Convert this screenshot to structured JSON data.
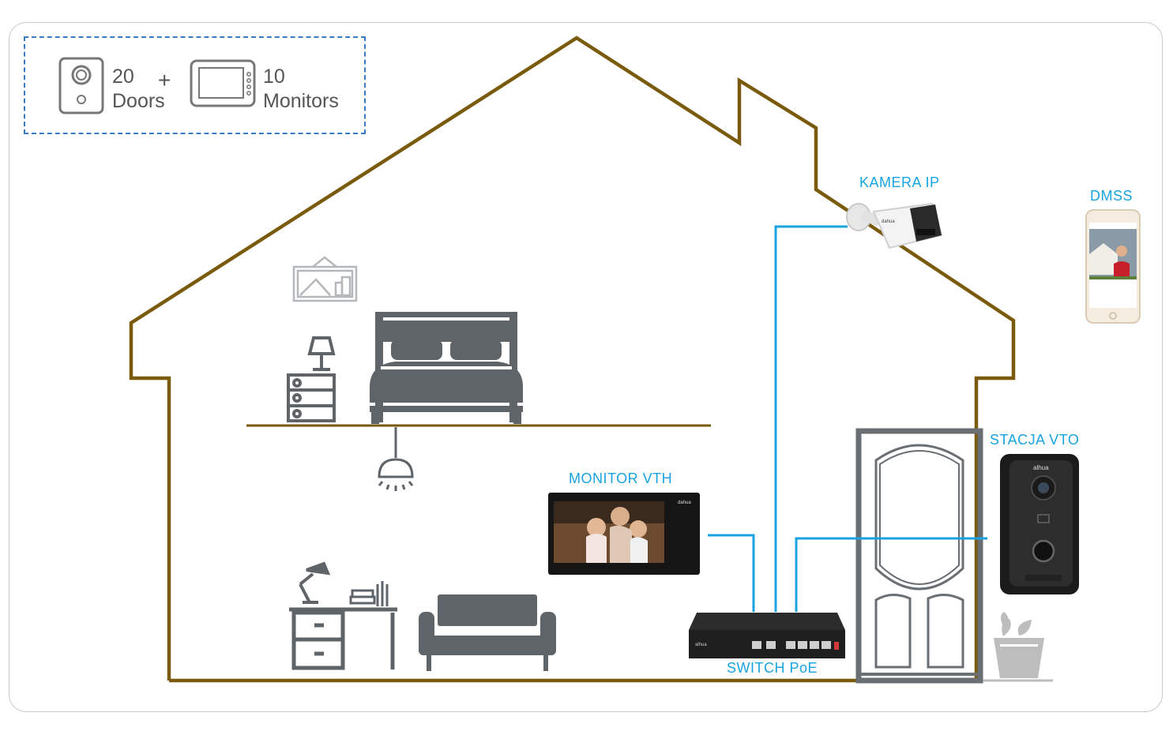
{
  "legend": {
    "doors_count": "20",
    "doors_label": "Doors",
    "plus": "+",
    "monitors_count": "10",
    "monitors_label": "Monitors"
  },
  "labels": {
    "camera": "KAMERA IP",
    "app": "DMSS",
    "monitor": "MONITOR VTH",
    "station": "STACJA VTO",
    "switch": "SWITCH PoE"
  },
  "colors": {
    "house_outline": "#7a5a0c",
    "cable": "#19a3e0",
    "furniture": "#5f6468",
    "label": "#19a3e0",
    "legend_border": "#3a7cc4"
  },
  "icons": [
    "door-station-icon",
    "monitor-icon",
    "picture-frame-icon",
    "bed-icon",
    "nightstand-icon",
    "table-lamp-icon",
    "ceiling-lamp-icon",
    "desk-icon",
    "desk-lamp-icon",
    "books-icon",
    "sofa-icon",
    "door-icon",
    "plant-icon",
    "smartphone-icon",
    "camera-icon",
    "switch-icon"
  ]
}
